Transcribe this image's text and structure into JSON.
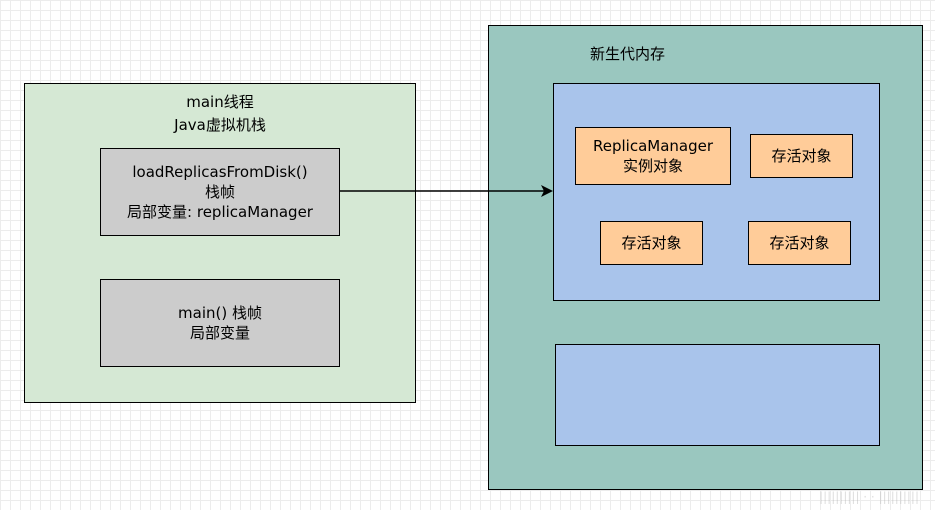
{
  "thread": {
    "title_line1": "main线程",
    "title_line2": "Java虚拟机栈",
    "frames": [
      {
        "line1": "loadReplicasFromDisk()",
        "line2": "栈帧",
        "line3": "局部变量: replicaManager"
      },
      {
        "line1": "main() 栈帧",
        "line2": "局部变量"
      }
    ]
  },
  "heap": {
    "title": "新生代内存",
    "objects": [
      {
        "line1": "ReplicaManager",
        "line2": "实例对象"
      },
      {
        "label": "存活对象"
      },
      {
        "label": "存活对象"
      },
      {
        "label": "存活对象"
      }
    ]
  },
  "colors": {
    "thread_bg": "#d5e8d4",
    "frame_bg": "#cccccc",
    "young_gen_bg": "#9ac7bf",
    "space_bg": "#a9c4eb",
    "object_bg": "#ffcc99"
  }
}
